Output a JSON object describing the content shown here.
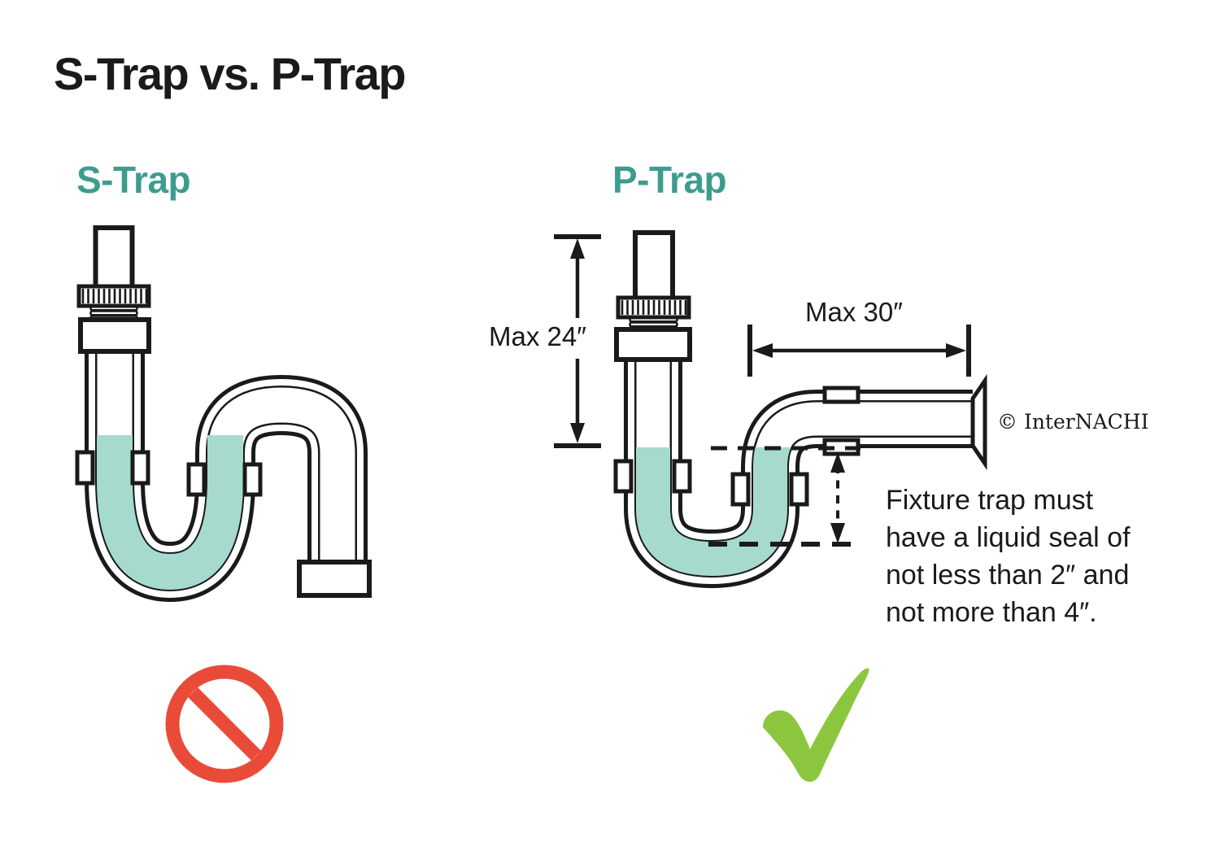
{
  "title": "S-Trap vs. P-Trap",
  "colors": {
    "ink": "#1a1a1a",
    "teal": "#3e9c8e",
    "water": "#a6dacf",
    "red": "#e94b38",
    "green": "#8cc63f"
  },
  "s_trap": {
    "label": "S-Trap"
  },
  "p_trap": {
    "label": "P-Trap",
    "dim_vertical": "Max 24″",
    "dim_horizontal": "Max 30″",
    "note_lines": [
      "Fixture trap must",
      "have a liquid seal of",
      "not less than 2″ and",
      "not more than 4″."
    ]
  },
  "copyright": "© InterNACHI"
}
